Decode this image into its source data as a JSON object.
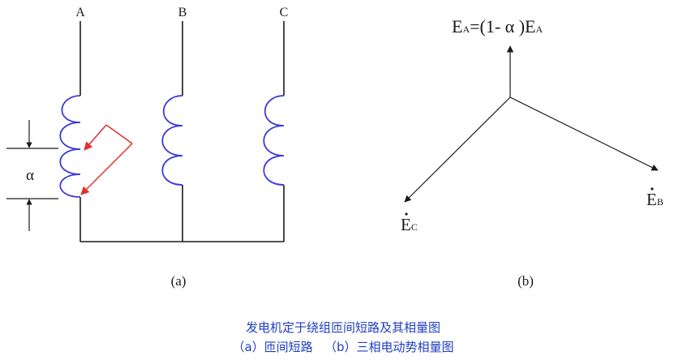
{
  "panel_a": {
    "phase_labels": [
      "A",
      "B",
      "C"
    ],
    "alpha_label": "α",
    "label": "(a)"
  },
  "panel_b": {
    "vector_top_label": "EA=(1- α )EA",
    "vector_top_parts": {
      "e1": "E",
      "s1": "A",
      "mid": "=(1- α )",
      "e2": "E",
      "s2": "A"
    },
    "vector_b_label": {
      "e": "E",
      "s": "B"
    },
    "vector_c_label": {
      "e": "E",
      "s": "C"
    },
    "label": "(b)"
  },
  "caption": {
    "line1": "发电机定于绕组匝间短路及其相量图",
    "line2": "（a）匝间短路   （b）三相电动势相量图"
  },
  "colors": {
    "coil": "#3a3ad8",
    "arrow_red": "#e03030",
    "line": "#1a1a1a",
    "caption": "#1f3fbf"
  }
}
